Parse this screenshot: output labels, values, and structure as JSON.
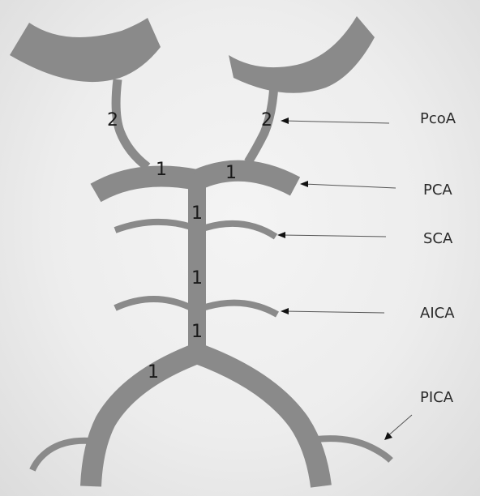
{
  "colors": {
    "vessel": "#8a8a8a",
    "background": "#ececec",
    "text": "#1a1a1a"
  },
  "segment_labels": {
    "pcoa_left": "2",
    "pcoa_right": "2",
    "p1_left": "1",
    "p1_right": "1",
    "basilar_upper": "1",
    "basilar_middle": "1",
    "basilar_lower": "1",
    "vertebral_left": "1"
  },
  "callouts": {
    "pcoa": "PcoA",
    "pca": "PCA",
    "sca": "SCA",
    "aica": "AICA",
    "pica": "PICA"
  }
}
